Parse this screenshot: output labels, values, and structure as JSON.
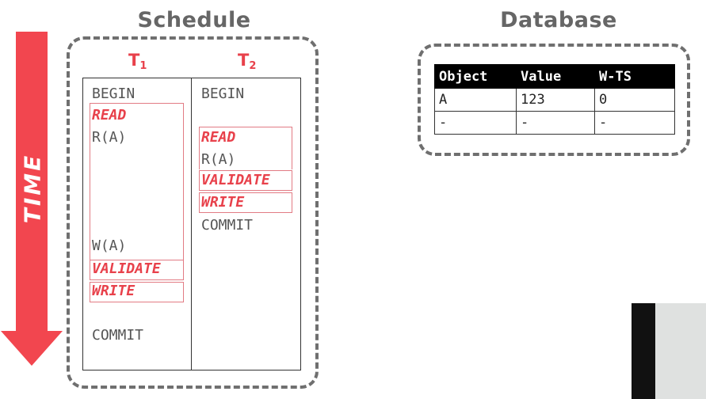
{
  "headings": {
    "schedule": "Schedule",
    "database": "Database"
  },
  "time_label": "TIME",
  "colors": {
    "accent": "#e8414b",
    "heading": "#666666",
    "arrow": "#f2464f"
  },
  "transactions": [
    {
      "name": "T",
      "sub": "1"
    },
    {
      "name": "T",
      "sub": "2"
    }
  ],
  "t1_ops": {
    "begin": "BEGIN",
    "read_phase": "READ",
    "read_a": "R(A)",
    "write_a": "W(A)",
    "validate_phase": "VALIDATE",
    "write_phase": "WRITE",
    "commit": "COMMIT"
  },
  "t2_ops": {
    "begin": "BEGIN",
    "read_phase": "READ",
    "read_a": "R(A)",
    "validate_phase": "VALIDATE",
    "write_phase": "WRITE",
    "commit": "COMMIT"
  },
  "database_table": {
    "headers": [
      "Object",
      "Value",
      "W-TS"
    ],
    "rows": [
      [
        "A",
        "123",
        "0"
      ],
      [
        "-",
        "-",
        "-"
      ]
    ]
  }
}
